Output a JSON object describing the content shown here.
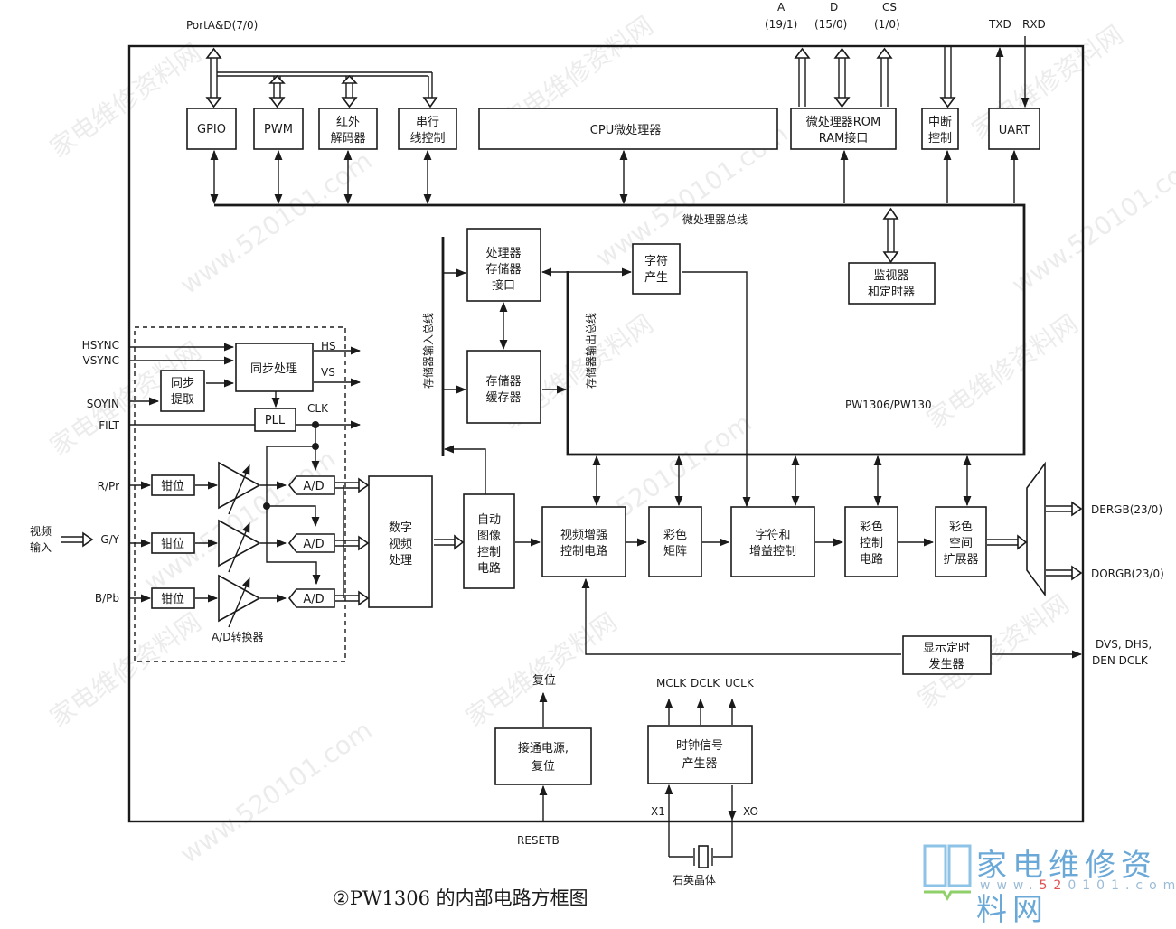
{
  "title": "②PW1306 的内部电路方框图",
  "pins_top": {
    "port_asd": "PortA&D(7/0)",
    "addr_name": "A",
    "addr_bits": "(19/1)",
    "data_name": "D",
    "data_bits": "(15/0)",
    "cs_name": "CS",
    "cs_bits": "(1/0)",
    "txd": "TXD",
    "rxd": "RXD"
  },
  "top_blocks": {
    "gpio": "GPIO",
    "pwm": "PWM",
    "ir_decoder": [
      "红外",
      "解码器"
    ],
    "serial_ctrl": [
      "串行",
      "线控制"
    ],
    "cpu": "CPU微处理器",
    "rom_ram": [
      "微处理器ROM",
      "RAM接口"
    ],
    "interrupt": [
      "中断",
      "控制"
    ],
    "uart": "UART"
  },
  "buses": {
    "mcu_bus": "微处理器总线",
    "mem_in_bus": "存储器输入总线",
    "mem_out_bus": "存储器输出总线"
  },
  "mid_blocks": {
    "mem_interface": [
      "处理器",
      "存储器",
      "接口"
    ],
    "mem_buffer": [
      "存储器",
      "缓存器"
    ],
    "char_gen": [
      "字符",
      "产生"
    ],
    "watchdog": [
      "监视器",
      "和定时器"
    ],
    "chip_name": "PW1306/PW130"
  },
  "input_section": {
    "hsync": "HSYNC",
    "vsync": "VSYNC",
    "soyin": "SOYIN",
    "filt": "FILT",
    "sync_extract": [
      "同步",
      "提取"
    ],
    "sync_proc": "同步处理",
    "hs": "HS",
    "vs": "VS",
    "pll": "PLL",
    "clk": "CLK",
    "r_pr": "R/Pr",
    "g_y": "G/Y",
    "b_pb": "B/Pb",
    "video_in": [
      "视频",
      "输入"
    ],
    "clamp": "钳位",
    "ad": "A/D",
    "ad_converter": "A/D转换器"
  },
  "pipeline": {
    "digital_video": [
      "数字",
      "视频",
      "处理"
    ],
    "auto_image": [
      "自动",
      "图像",
      "控制",
      "电路"
    ],
    "video_enhance": [
      "视频增强",
      "控制电路"
    ],
    "color_matrix": [
      "彩色",
      "矩阵"
    ],
    "char_gain": [
      "字符和",
      "增益控制"
    ],
    "color_ctrl": [
      "彩色",
      "控制",
      "电路"
    ],
    "color_space": [
      "彩色",
      "空间",
      "扩展器"
    ]
  },
  "outputs": {
    "dergb": "DERGB(23/0)",
    "dorgb": "DORGB(23/0)",
    "timing_line1": "DVS, DHS,",
    "timing_line2": "DEN DCLK"
  },
  "bottom_blocks": {
    "display_timing": [
      "显示定时",
      "发生器"
    ],
    "reset_out": "复位",
    "power_reset": [
      "接通电源,",
      "复位"
    ],
    "resetb": "RESETB",
    "mclk": "MCLK",
    "dclk": "DCLK",
    "uclk": "UCLK",
    "clock_gen": [
      "时钟信号",
      "产生器"
    ],
    "x1": "X1",
    "x0": "XO",
    "crystal": "石英晶体"
  },
  "logo": {
    "name": "家电维修资料网",
    "url_prefix": "www.",
    "url_highlight": "52",
    "url_suffix": "0101.com"
  },
  "watermark_text": [
    "家电维修资料网",
    "www.520101.com"
  ]
}
